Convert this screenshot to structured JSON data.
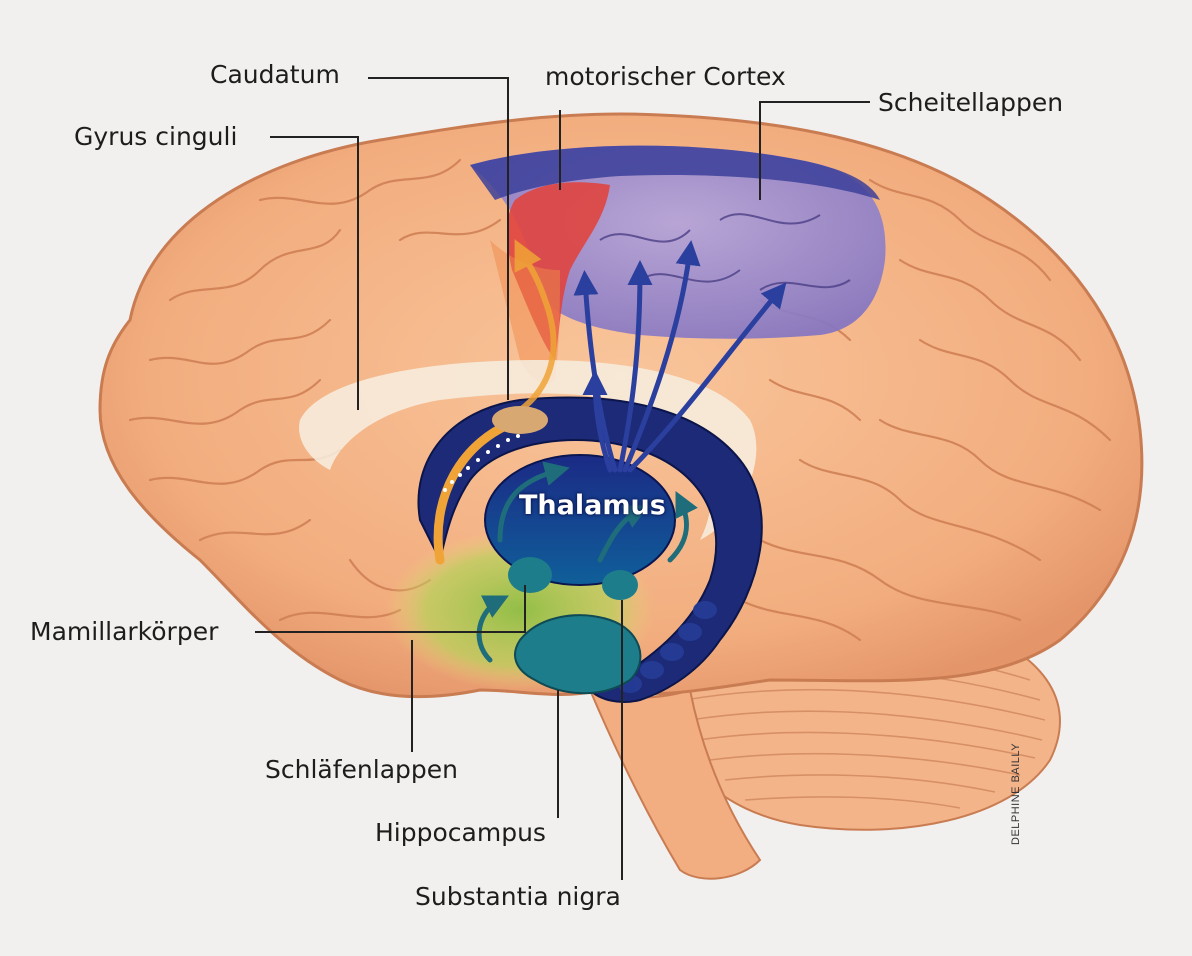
{
  "labels": {
    "caudatum": "Caudatum",
    "motor_cortex": "motorischer Cortex",
    "parietal_lobe": "Scheitellappen",
    "cingulate_gyrus": "Gyrus cinguli",
    "thalamus": "Thalamus",
    "mammillary_body": "Mamillarkörper",
    "temporal_lobe": "Schläfenlappen",
    "hippocampus": "Hippocampus",
    "substantia_nigra": "Substantia nigra"
  },
  "credit": "DELPHINE BAILLY",
  "colors": {
    "background": "#f2f0ee",
    "brain": "#f4b78a",
    "brain_shadow": "#d9895a",
    "parietal_region": "#9a8ccc",
    "motor_cortex_region": "#e0443f",
    "limbic_dark": "#1c2a78",
    "thalamus_blue": "#12308a",
    "hippocampus_teal": "#1d7d8a",
    "temporal_green": "#9cc24a",
    "cingulate_glow": "#f7efe1",
    "pathway_orange": "#f0a437",
    "leader_line": "#222222"
  }
}
